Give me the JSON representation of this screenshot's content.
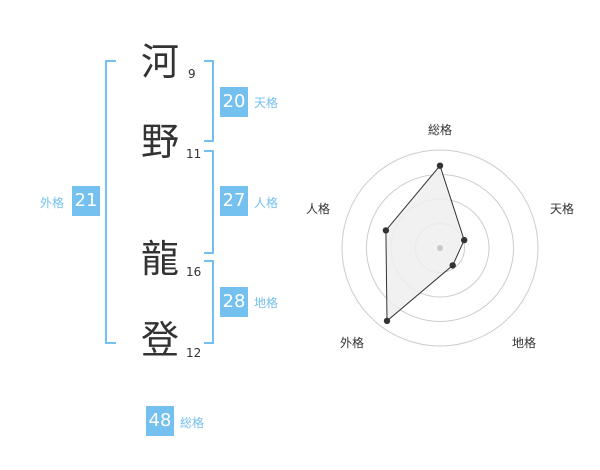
{
  "name_chars": [
    {
      "char": "河",
      "strokes": "9"
    },
    {
      "char": "野",
      "strokes": "11"
    },
    {
      "char": "龍",
      "strokes": "16"
    },
    {
      "char": "登",
      "strokes": "12"
    }
  ],
  "fortunes": {
    "tenkaku": {
      "value": "20",
      "label": "天格"
    },
    "jinkaku": {
      "value": "27",
      "label": "人格"
    },
    "chikaku": {
      "value": "28",
      "label": "地格"
    },
    "gaikaku": {
      "value": "21",
      "label": "外格"
    },
    "soukaku": {
      "value": "48",
      "label": "総格"
    }
  },
  "chart_data": {
    "type": "radar",
    "axes": [
      "総格",
      "天格",
      "地格",
      "外格",
      "人格"
    ],
    "values": [
      0.84,
      0.26,
      0.22,
      0.92,
      0.58
    ],
    "rings": 4,
    "colors": {
      "line": "#333333",
      "fill": "#eeeeee",
      "ring": "#cccccc",
      "point": "#333333",
      "center": "#c8c8c8",
      "accent": "#74c0ee"
    }
  }
}
